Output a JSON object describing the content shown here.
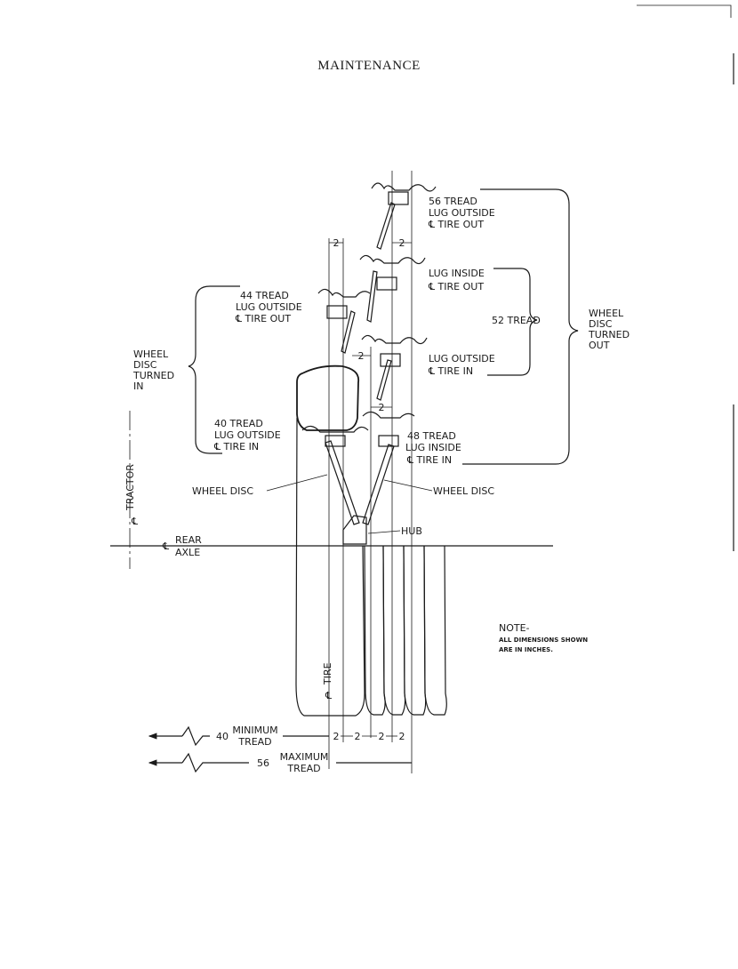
{
  "page_title": "MAINTENANCE",
  "labels": {
    "tread56": [
      "56 TREAD",
      "LUG OUTSIDE",
      "℄ TIRE OUT"
    ],
    "tread52_a": [
      "LUG INSIDE",
      "℄ TIRE OUT"
    ],
    "tread52": "52 TREAD",
    "tread52_b": [
      "LUG OUTSIDE",
      "℄ TIRE IN"
    ],
    "tread44": [
      "44 TREAD",
      "LUG OUTSIDE",
      "℄ TIRE OUT"
    ],
    "tread40": [
      "40 TREAD",
      "LUG OUTSIDE",
      "℄ TIRE IN"
    ],
    "tread48": [
      "48 TREAD",
      "LUG INSIDE",
      "℄ TIRE IN"
    ],
    "disc_out": [
      "WHEEL",
      "DISC",
      "TURNED",
      "OUT"
    ],
    "disc_in": [
      "WHEEL",
      "DISC",
      "TURNED",
      "IN"
    ],
    "wheel_disc_left": "WHEEL DISC",
    "wheel_disc_right": "WHEEL DISC",
    "hub": "HUB",
    "tractor": "TRACTOR",
    "rear_axle": [
      "REAR",
      "AXLE"
    ],
    "tire": "TIRE",
    "dim2": "2",
    "min_tread_value": "40",
    "min_tread_label": [
      "MINIMUM",
      "TREAD"
    ],
    "max_tread_value": "56",
    "max_tread_label": [
      "MAXIMUM",
      "TREAD"
    ],
    "note_title": "NOTE-",
    "note_text": [
      "ALL DIMENSIONS SHOWN",
      "ARE IN INCHES."
    ]
  }
}
